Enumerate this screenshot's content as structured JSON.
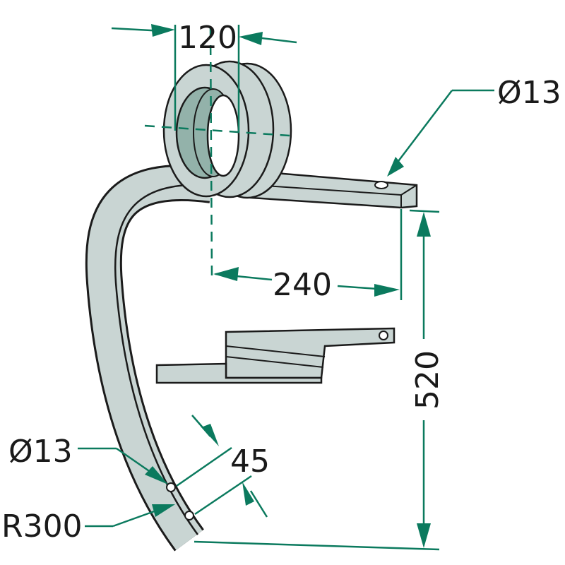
{
  "colors": {
    "dimension": "#0b7a5e",
    "steel": "#c9d5d3",
    "steel_shade": "#93b2aa",
    "outline": "#1b1b1b"
  },
  "dimensions": {
    "coil_width": "120",
    "hole_top": "Ø13",
    "arm_length": "240",
    "height": "520",
    "hole_bottom": "Ø13",
    "hole_spacing": "45",
    "radius": "R300"
  }
}
